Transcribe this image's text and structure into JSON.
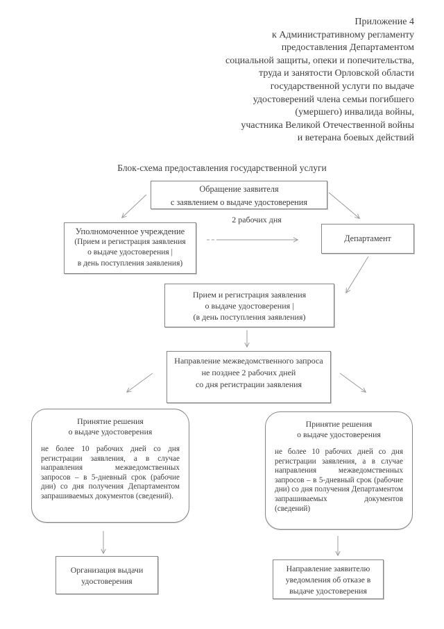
{
  "header": {
    "lines": [
      "Приложение 4",
      "к Административному регламенту",
      "предоставления Департаментом",
      "социальной защиты, опеки и попечительства,",
      "труда и занятости Орловской области",
      "государственной услуги по выдаче",
      "удостоверений члена семьи погибшего",
      "(умершего) инвалида войны,",
      "участника Великой Отечественной войны",
      "и ветерана боевых действий"
    ]
  },
  "title": "Блок-схема предоставления государственной услуги",
  "labels": {
    "transfer_time": "2 рабочих дня"
  },
  "boxes": {
    "applicant_request": {
      "lines": [
        "Обращение заявителя",
        "с заявлением о выдаче удостоверения"
      ]
    },
    "authorized_institution": {
      "lines": [
        "Уполномоченное учреждение",
        "(Прием и регистрация заявления",
        "о выдаче удостоверения |",
        "в день поступления заявления)"
      ]
    },
    "department": {
      "label": "Департамент"
    },
    "reception_registration": {
      "lines": [
        "Прием и регистрация заявления",
        "о выдаче удостоверения |",
        "(в день поступления заявления)"
      ]
    },
    "interagency_request": {
      "lines": [
        "Направление межведомственного запроса",
        "не позднее 2 рабочих дней",
        "со дня регистрации заявления"
      ]
    },
    "decision_issue": {
      "heading_lines": [
        "Принятие решения",
        "о выдаче удостоверения"
      ],
      "body": "не более 10 рабочих дней со дня регистрации заявления, а в случае направления межведомственных запросов – в 5-дневный срок (рабочие дни) со дня получения Департаментом запрашиваемых документов (сведений)."
    },
    "decision_refuse": {
      "heading_lines": [
        "Принятие решения",
        "о выдаче удостоверения"
      ],
      "body": "не более 10 рабочих дней со дня регистрации заявления, а в случае направления межведомственных запросов – в 5-дневный срок (рабочие дни) со дня получения Департаментом запрашиваемых документов (сведений)"
    },
    "issue_organization": {
      "lines": [
        "Организация выдачи",
        "удостоверения"
      ]
    },
    "refusal_notification": {
      "lines": [
        "Направление заявителю",
        "уведомления об отказе в",
        "выдаче удостоверения"
      ]
    }
  },
  "colors": {
    "background": "#ffffff",
    "text": "#3d3d3d",
    "box_border": "#858585",
    "arrow": "#9b9b9b"
  }
}
